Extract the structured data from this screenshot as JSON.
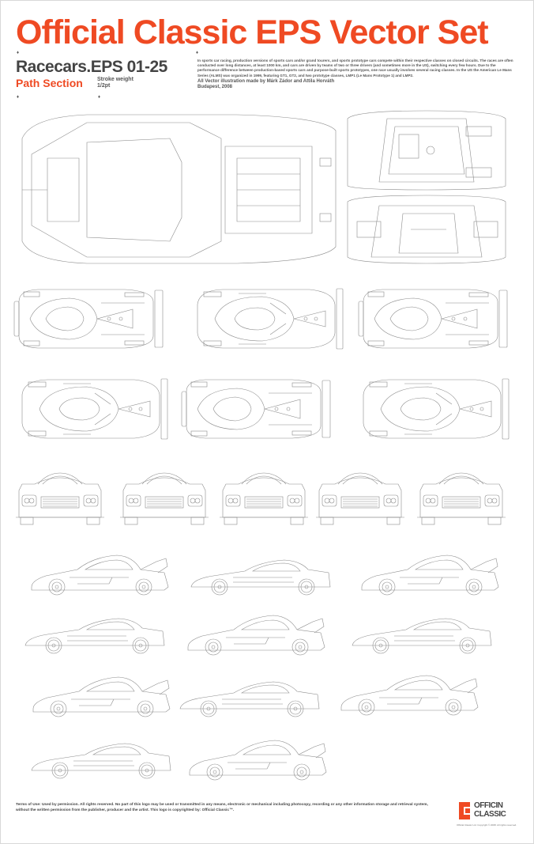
{
  "header": {
    "title": "Official Classic EPS Vector Set",
    "subtitle": "Racecars.EPS 01-25",
    "section": "Path Section",
    "stroke_label": "Stroke weight",
    "stroke_value": "1/2pt",
    "intro": "In sports car racing, production versions of sports cars and/or grand tourers, and sports prototype cars compete within their respective classes on closed circuits. The races are often conducted over long distances, at least 1000 km, and cars are driven by teams of two or three drivers (and sometimes more in the US), switching every few hours. Due to the performance difference between production-based sports cars and purpose-built sports prototypes, one race usually involves several racing classes. In the US the American Le Mans Series (ALMS) was organized in 1999, featuring GT1, GT2, and two prototype classes, LMP1 (Le Mans Prototype 1) and LMP2.",
    "credit_line1": "All Vector illustration made by Márk Zádor and Attila Horváth",
    "credit_line2": "Budapest, 2008"
  },
  "footer": {
    "terms": "Terms of Use: Used by permission. All rights reserved. No part of this logo may be used or transmitted in any means, electronic or mechanical including photocopy, recording or any other information storage and retrieval system, without the written permission from the publisher, producer and the artist. This logo is copyrighted by: Official Classic™.",
    "logo_line1": "OFFICIN",
    "logo_line2": "CLASSIC",
    "logo_small": "Official Classic Ltd. Copyright © 2008. All rights reserved."
  },
  "colors": {
    "accent": "#ef4a23",
    "line": "#8c8c8c",
    "text": "#444444"
  }
}
